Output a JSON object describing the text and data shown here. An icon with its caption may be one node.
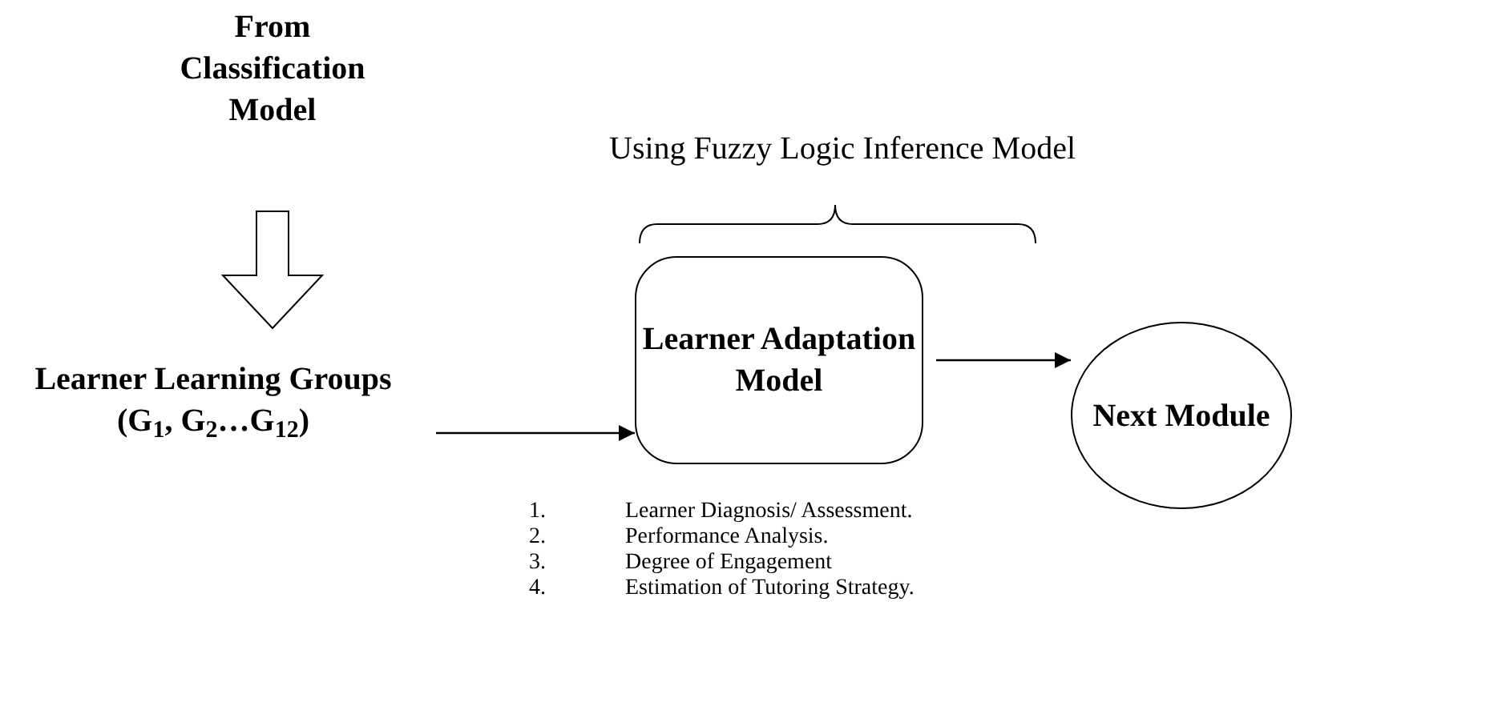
{
  "diagram": {
    "nodes": [
      {
        "text": [
          "From Classification Model"
        ]
      },
      {
        "text": [
          "Learner Learning Groups (G$_{1}$, G$_{2}$…G$_{12}$)"
        ]
      },
      {
        "text": [
          "Learner Adaptation Model"
        ]
      },
      {
        "text": [
          "Next Module"
        ]
      }
    ],
    "edges": [
      {
        "from": 0,
        "to": 1,
        "arrow": "to",
        "style": "thick"
      },
      {
        "from": 1,
        "to": 2,
        "arrow": "to"
      },
      {
        "from": 2,
        "to": 3,
        "arrow": "to"
      }
    ],
    "labels": [
      "Using Fuzzy Logic Inference Model",
      "1.",
      "Learner Diagnosis/ Assessment.",
      "2.",
      "Performance Analysis.",
      "3.",
      "Degree of Engagement",
      "4.",
      "Estimation of Tutoring Strategy."
    ]
  }
}
